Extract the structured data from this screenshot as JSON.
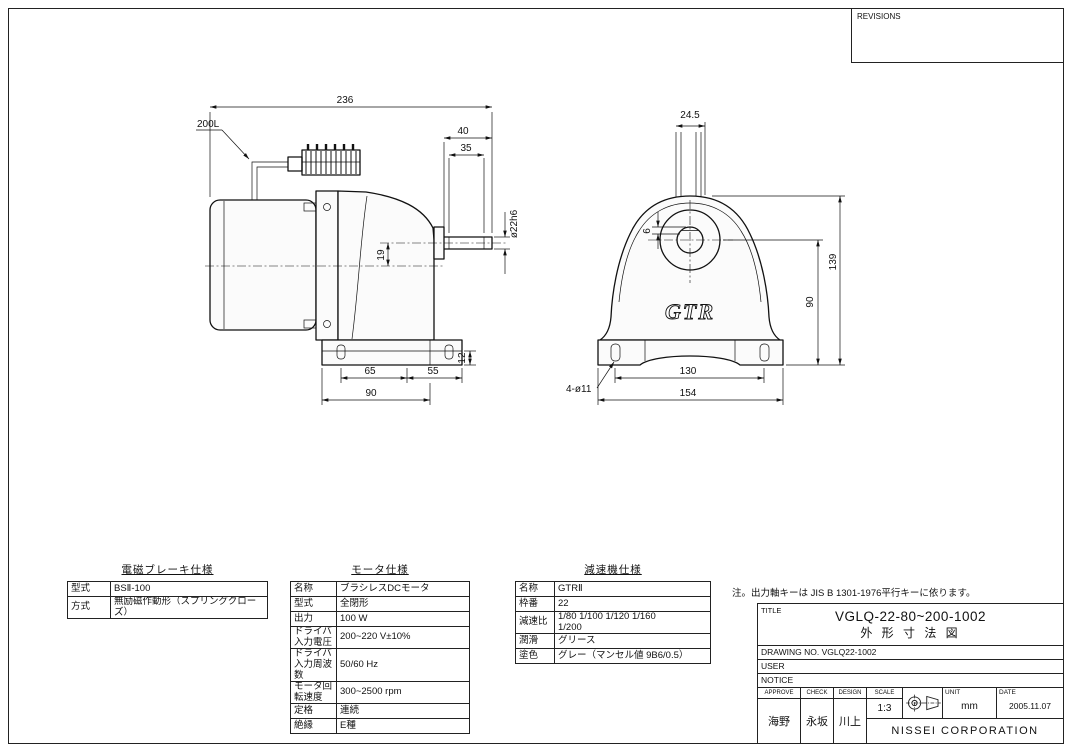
{
  "revisions_label": "REVISIONS",
  "side_view": {
    "dim_236": "236",
    "cable_label": "200L",
    "dim_40": "40",
    "dim_35": "35",
    "shaft_dia": "ø22h6",
    "dim_19": "19",
    "dim_12": "12",
    "dim_65": "65",
    "dim_55": "55",
    "dim_90": "90"
  },
  "front_view": {
    "dim_24_5": "24.5",
    "dim_6": "6",
    "dim_139": "139",
    "dim_90": "90",
    "dim_130": "130",
    "dim_154": "154",
    "bolt_holes": "4-ø11",
    "logo": "GTR"
  },
  "spec_tables": {
    "brake": {
      "title": "電磁ブレーキ仕様",
      "rows": [
        {
          "label": "型式",
          "value": "BSⅡ-100"
        },
        {
          "label": "方式",
          "value": "無励磁作動形（スプリングクローズ）"
        }
      ]
    },
    "motor": {
      "title": "モータ仕様",
      "rows": [
        {
          "label": "名称",
          "value": "ブラシレスDCモータ"
        },
        {
          "label": "型式",
          "value": "全閉形"
        },
        {
          "label": "出力",
          "value": "100 W"
        },
        {
          "label": "ドライバ\n入力電圧",
          "value": "200~220 V±10%"
        },
        {
          "label": "ドライバ\n入力周波数",
          "value": "50/60 Hz"
        },
        {
          "label": "モータ回転速度",
          "value": "300~2500 rpm"
        },
        {
          "label": "定格",
          "value": "連続"
        },
        {
          "label": "絶縁",
          "value": "E種"
        }
      ]
    },
    "reducer": {
      "title": "減速機仕様",
      "rows": [
        {
          "label": "名称",
          "value": "GTRⅡ"
        },
        {
          "label": "枠番",
          "value": "22"
        },
        {
          "label": "減速比",
          "value": "1/80 1/100 1/120 1/160\n1/200"
        },
        {
          "label": "潤滑",
          "value": "グリース"
        },
        {
          "label": "塗色",
          "value": "グレー（マンセル値 9B6/0.5）"
        }
      ]
    }
  },
  "note": "注。出力軸キーは JIS B 1301-1976平行キーに依ります。",
  "title_block": {
    "title_label": "TITLE",
    "drawing_title_line1": "VGLQ-22-80~200-1002",
    "drawing_title_line2": "外 形 寸 法 図",
    "drawing_no": "DRAWING NO. VGLQ22-1002",
    "user_label": "USER",
    "notice_label": "NOTICE",
    "approve_label": "APPROVE",
    "check_label": "CHECK",
    "design_label": "DESIGN",
    "scale_label": "SCALE",
    "approve_name": "海野",
    "check_name": "永坂",
    "design_name": "川上",
    "scale_value": "1:3",
    "unit_label": "UNIT",
    "unit_value": "mm",
    "date_label": "DATE",
    "date_value": "2005.11.07",
    "company": "NISSEI CORPORATION"
  }
}
